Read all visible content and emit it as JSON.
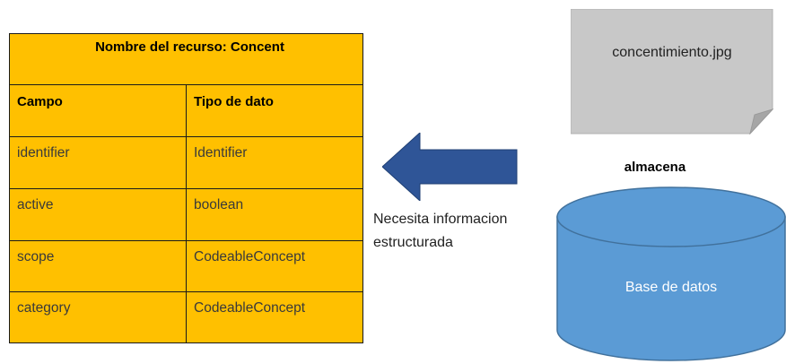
{
  "resource_table": {
    "title": "Nombre del recurso: Concent",
    "headers": [
      "Campo",
      "Tipo de dato"
    ],
    "rows": [
      [
        "identifier",
        "Identifier"
      ],
      [
        "active",
        "boolean"
      ],
      [
        "scope",
        "CodeableConcept"
      ],
      [
        "category",
        "CodeableConcept"
      ]
    ],
    "fill_color": "#ffc000"
  },
  "arrow": {
    "direction": "left",
    "color": "#2f5597",
    "caption_line1": "Necesita informacion",
    "caption_line2": "estructurada"
  },
  "document": {
    "label": "concentimiento.jpg",
    "color": "#c8c8c8"
  },
  "store_label": "almacena",
  "database": {
    "label": "Base de datos",
    "color": "#5b9bd5"
  }
}
